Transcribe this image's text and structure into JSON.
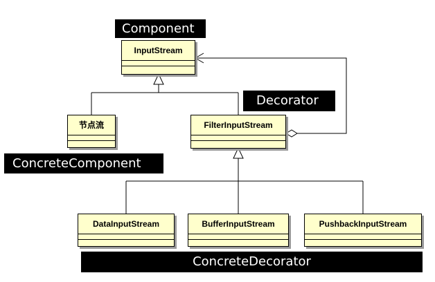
{
  "classes": {
    "input_stream": "InputStream",
    "node_stream": "节点流",
    "filter_input_stream": "FilterInputStream",
    "data_input_stream": "DataInputStream",
    "buffer_input_stream": "BufferInputStream",
    "pushback_input_stream": "PushbackInputStream"
  },
  "labels": {
    "component": "Component",
    "decorator": "Decorator",
    "concrete_component": "ConcreteComponent",
    "concrete_decorator": "ConcreteDecorator"
  },
  "colors": {
    "class_fill": "#ffffcc",
    "label_background": "#000000",
    "label_text": "#ffffff",
    "line": "#000000"
  },
  "relationships": [
    {
      "type": "generalization",
      "from": "node_stream",
      "to": "input_stream"
    },
    {
      "type": "generalization",
      "from": "filter_input_stream",
      "to": "input_stream"
    },
    {
      "type": "generalization",
      "from": "data_input_stream",
      "to": "filter_input_stream"
    },
    {
      "type": "generalization",
      "from": "buffer_input_stream",
      "to": "filter_input_stream"
    },
    {
      "type": "generalization",
      "from": "pushback_input_stream",
      "to": "filter_input_stream"
    },
    {
      "type": "aggregation",
      "from": "filter_input_stream",
      "to": "input_stream"
    }
  ]
}
